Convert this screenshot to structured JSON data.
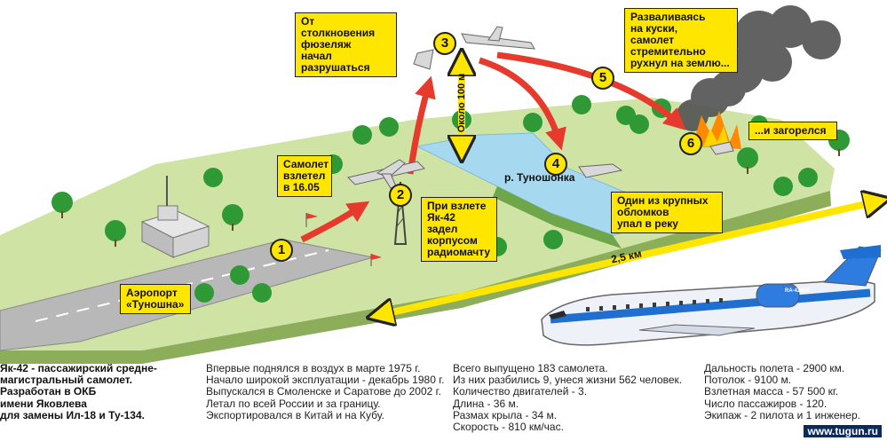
{
  "airport_label": "Аэропорт\n«Туношна»",
  "river_label": "р. Туношонка",
  "height_label": "Около 100 м",
  "distance_label": "2,5 км",
  "steps": [
    "1",
    "2",
    "3",
    "4",
    "5",
    "6"
  ],
  "callouts": {
    "takeoff_time": "Самолет\nвзлетел\nв 16.05",
    "hit_mast": "При взлете\nЯк-42\nзадел\nкорпусом\nрадиомачту",
    "fuselage_breaking": "От столкновения\nфюзеляж\nначал\nразрушаться",
    "fell_apart": "Разваливаясь\nна куски,\nсамолет\nстремительно\nрухнул на землю...",
    "caught_fire": "...и загорелся",
    "fragment_river": "Один из крупных\nобломков\nупал в реку"
  },
  "aircraft_reg": "RA-42434",
  "colors": {
    "terrain": "#cfe3a4",
    "river": "#a6d9ef",
    "runway": "#b8b8b8",
    "callout": "#ffe600",
    "arrow_red": "#e53a2c",
    "trees": "#2f9a35",
    "smoke": "#555555"
  },
  "footer": {
    "col1": {
      "title": "Як-42 - пассажирский средне-\nмагистральный самолет.\nРазработан в ОКБ\nимени Яковлева\nдля замены Ил-18 и Ту-134."
    },
    "col2": [
      "Впервые поднялся в воздух в марте 1975 г.",
      "Начало широкой эксплуатации - декабрь 1980 г.",
      "Выпускался в Смоленске и Саратове  до 2002 г.",
      "Летал по всей России и за границу.",
      "Экспортировался в Китай и на Кубу."
    ],
    "col3": [
      "Всего выпущено 183 самолета.",
      "Из них разбились 9, унеся жизни 562 человек.",
      "Количество двигателей - 3.",
      "Длина - 36 м.",
      "Размах крыла - 34 м.",
      "Скорость - 810 км/час."
    ],
    "col4": [
      "Дальность полета - 2900 км.",
      "Потолок - 9100 м.",
      "Взлетная масса - 57 500 кг.",
      "Число пассажиров - 120.",
      "Экипаж - 2 пилота и 1 инженер."
    ],
    "site": "www.tugun.ru"
  }
}
